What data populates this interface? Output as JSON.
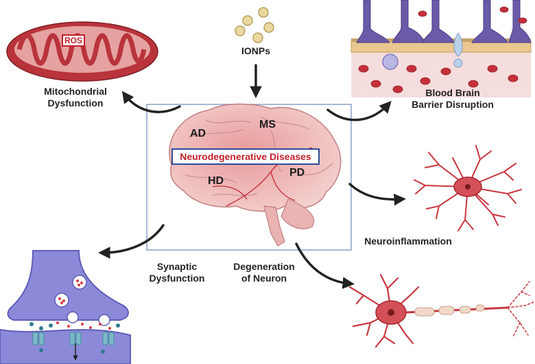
{
  "center": {
    "title": "Neurodegenerative Diseases",
    "labels": {
      "ad": "AD",
      "ms": "MS",
      "hd": "HD",
      "pd": "PD"
    }
  },
  "input": {
    "label": "IONPs"
  },
  "effects": {
    "mitochondrial": "Mitochondrial\nDysfunction",
    "ros": "ROS",
    "bbb": "Blood Brain\nBarrier Disruption",
    "neuroinflammation": "Neuroinflammation",
    "synaptic": "Synaptic\nDysfunction",
    "degeneration": "Degeneration\nof Neuron"
  },
  "colors": {
    "frame": "#8aa0c8",
    "brain": "#f1c3c1",
    "mitochondria": "#c4484f",
    "neuron": "#c9363f",
    "synapse": "#8c8ad8",
    "particle": "#e9d9a0",
    "box_border": "#2b4c9a",
    "accent_red": "#c3202b"
  }
}
